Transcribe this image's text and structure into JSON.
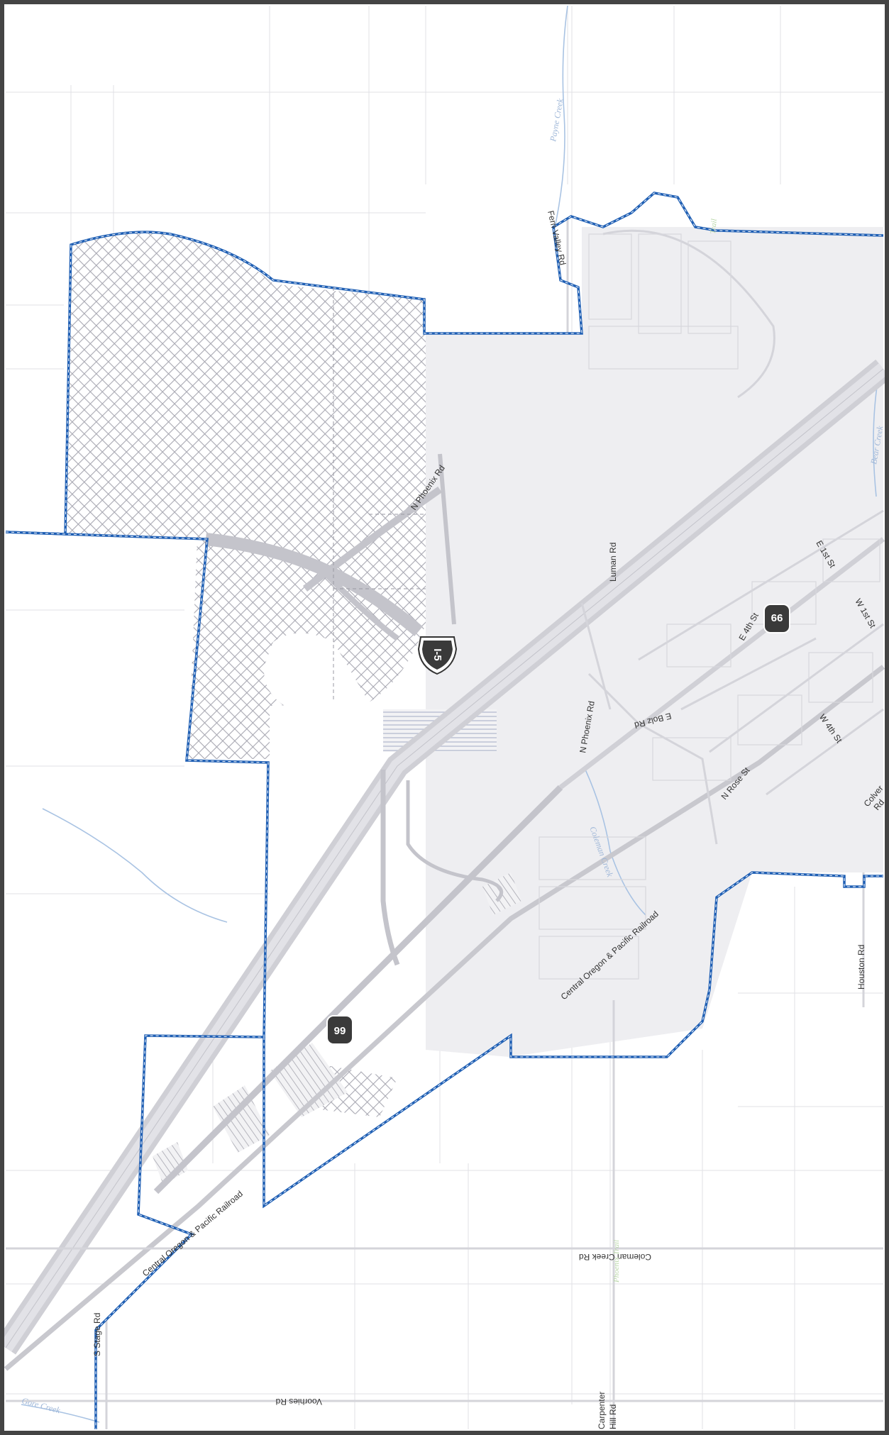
{
  "colors": {
    "boundary": "#1f5fb4",
    "urban_fill": "#eeeef1",
    "hatch": "#a9a9b3",
    "highway": "#c7c7cc",
    "street": "#d6d6dc",
    "parcel": "#e2e2e6",
    "creek": "#a9c3e3",
    "frame": "#444444"
  },
  "labels": {
    "n_phoenix_rd_north": "N Phoenix Rd",
    "luman_rd": "Luman Rd",
    "n_phoenix_rd_south": "N Phoenix Rd",
    "e_bolz_rd": "E Bolz Rd",
    "n_rose_st": "N Rose St",
    "w_4th_st": "W 4th St",
    "e_4th_st": "E 4th St",
    "e_1st_st": "E 1st St",
    "w_1st_st": "W 1st St",
    "colver_rd_line1": "Colver",
    "colver_rd_line2": "Rd",
    "houston_rd": "Houston Rd",
    "fern_valley_rd": "Fern Valley Rd",
    "central_oregon_pacific_rr_1": "Central Oregon & Pacific Railroad",
    "central_oregon_pacific_rr_2": "Central Oregon & Pacific Railroad",
    "coleman_creek_rd": "Coleman Creek Rd",
    "voorhies_rd": "Voorhies Rd",
    "s_stage_rd": "S Stage Rd",
    "carpenter_hill_rd_line1": "Carpenter",
    "carpenter_hill_rd_line2": "Hill Rd",
    "payne_creek": "Payne Creek",
    "bear_creek": "Bear Creek",
    "coleman_creek": "Coleman Creek",
    "griffin_creek": "Gore Creek",
    "trail_north": "Trail",
    "trail_south": "Phoenix Trail"
  },
  "shields": {
    "interstate": "I-5",
    "route_99_north": "99",
    "route_99_south": "99"
  }
}
